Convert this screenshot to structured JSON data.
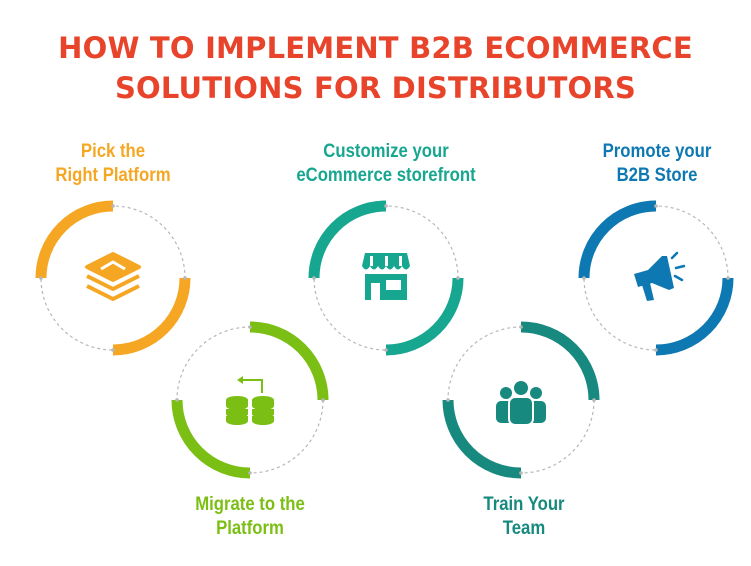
{
  "title": {
    "line1": "HOW TO IMPLEMENT B2B ECOMMERCE",
    "line2": "SOLUTIONS FOR DISTRIBUTORS"
  },
  "colors": {
    "title": "#e8442b",
    "step1": "#f5a623",
    "step2": "#7bbf14",
    "step3": "#17a68f",
    "step4": "#17897e",
    "step5": "#0e78b2",
    "dashed_ring": "#b7b7b7"
  },
  "steps": [
    {
      "line1": "Pick the",
      "line2": "Right Platform",
      "icon": "layers-icon"
    },
    {
      "line1": "Migrate to the",
      "line2": "Platform",
      "icon": "database-migrate-icon"
    },
    {
      "line1": "Customize your",
      "line2": "eCommerce storefront",
      "icon": "storefront-icon"
    },
    {
      "line1": "Train Your",
      "line2": "Team",
      "icon": "team-icon"
    },
    {
      "line1": "Promote your",
      "line2": "B2B Store",
      "icon": "megaphone-icon"
    }
  ]
}
